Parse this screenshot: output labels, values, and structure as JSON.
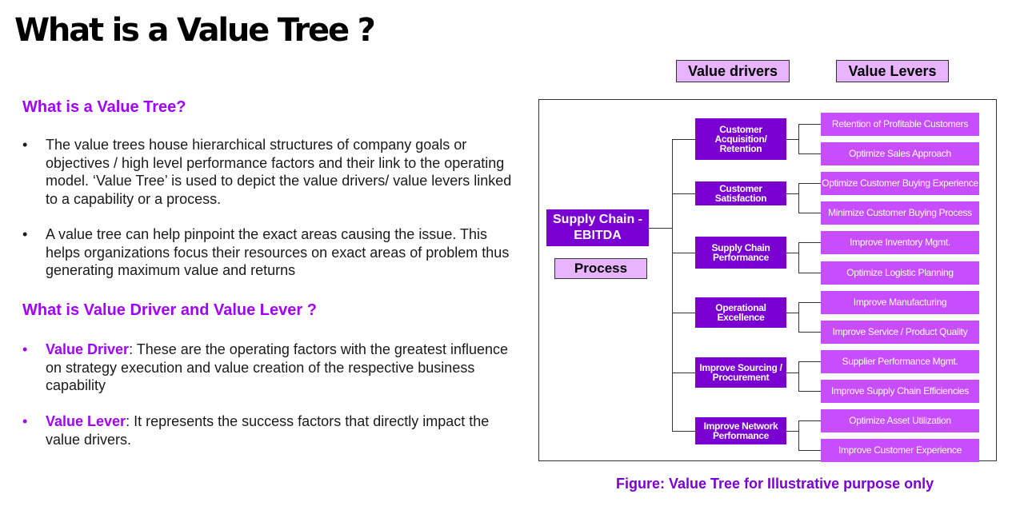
{
  "page": {
    "title": "What is a Value Tree ?"
  },
  "left": {
    "section1_heading": "What is a Value Tree?",
    "bullet_char": "•",
    "bullets1": [
      "The value trees house hierarchical structures of company goals or objectives / high level performance factors and their link to the operating model. ‘Value Tree’ is used to depict the value drivers/ value levers linked to a capability or a process.",
      "A value tree can help pinpoint the exact areas causing the issue. This helps organizations focus their resources on exact areas of problem thus generating maximum value and returns"
    ],
    "section2_heading": "What is Value Driver and Value Lever ?",
    "definitions": [
      {
        "term": "Value Driver",
        "text": ": These are the operating factors with the greatest influence on strategy execution and value creation of the respective business capability"
      },
      {
        "term": "Value Lever",
        "text": ":  It represents the success factors that directly impact the value drivers."
      }
    ]
  },
  "diagram": {
    "header_drivers": "Value drivers",
    "header_levers": "Value Levers",
    "root_label": "Supply Chain - EBITDA",
    "process_label": "Process",
    "drivers": [
      {
        "label": "Customer Acquisition/ Retention",
        "levers": [
          "Retention of Profitable Customers",
          "Optimize Sales Approach"
        ]
      },
      {
        "label": "Customer Satisfaction",
        "levers": [
          "Optimize Customer Buying Experience",
          "Minimize Customer Buying Process"
        ]
      },
      {
        "label": "Supply Chain Performance",
        "levers": [
          "Improve Inventory Mgmt.",
          "Optimize Logistic Planning"
        ]
      },
      {
        "label": "Operational Excellence",
        "levers": [
          "Improve Manufacturing",
          "Improve Service / Product Quality"
        ]
      },
      {
        "label": "Improve Sourcing / Procurement",
        "levers": [
          "Supplier Performance Mgmt.",
          "Improve Supply Chain Efficiencies"
        ]
      },
      {
        "label": "Improve Network Performance",
        "levers": [
          "Optimize Asset Utilization",
          "Improve Customer Experience"
        ]
      }
    ],
    "caption": "Figure: Value Tree for Illustrative purpose only"
  },
  "colors": {
    "accent": "#a100ff",
    "driver_fill": "#7a00d2",
    "lever_fill": "#c74dff",
    "header_fill": "#e8b3ff"
  }
}
